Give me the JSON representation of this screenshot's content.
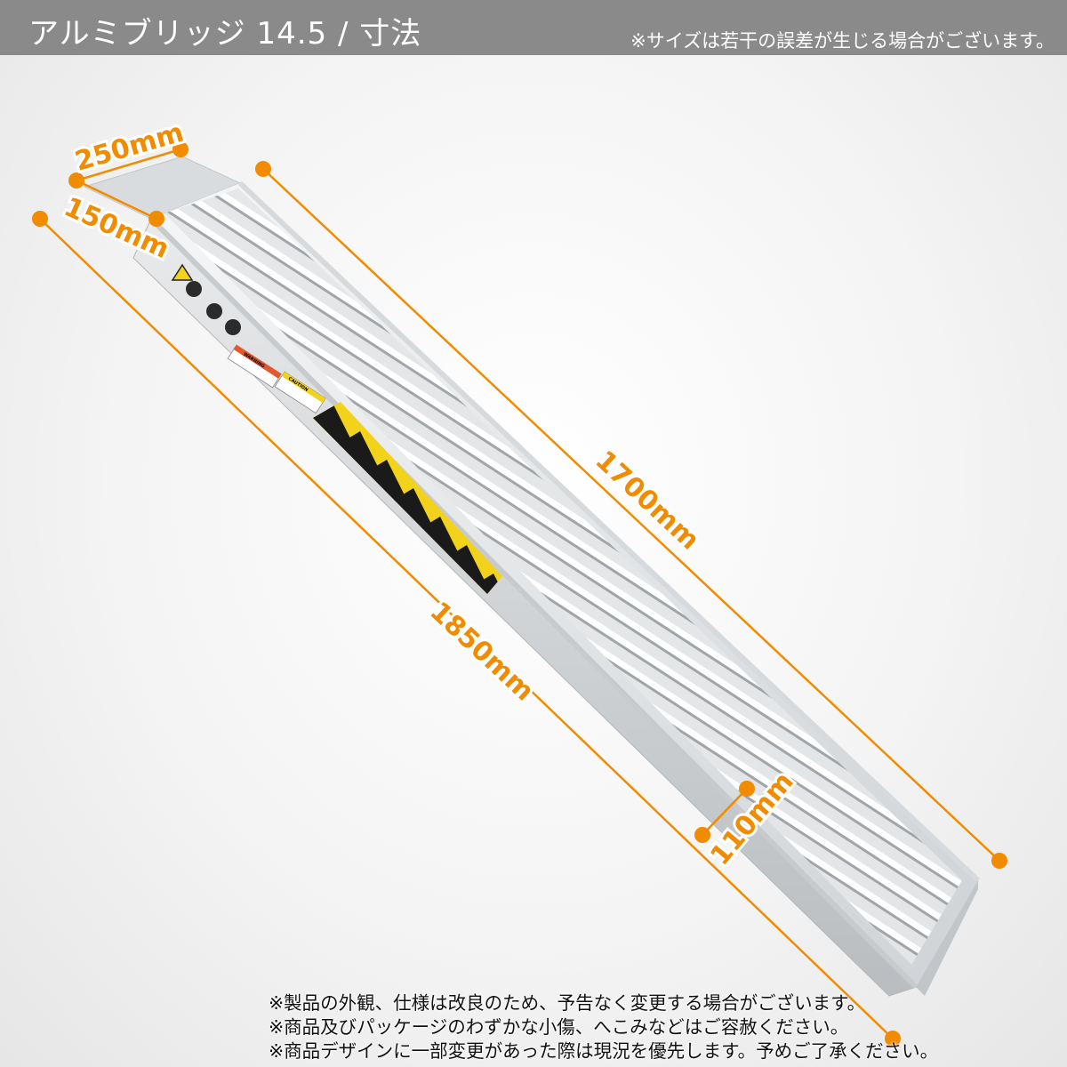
{
  "header": {
    "title": "アルミブリッジ 14.5 / 寸法",
    "note": "※サイズは若干の誤差が生じる場合がございます。"
  },
  "dimensions": {
    "width_top": "250mm",
    "height_top": "150mm",
    "length_top": "1700mm",
    "length_bottom": "1850mm",
    "height_end": "110mm"
  },
  "labels": {
    "warning": "WARNING",
    "caution": "CAUTION"
  },
  "notes": [
    "※製品の外観、仕様は改良のため、予告なく変更する場合がございます。",
    "※商品及びパッケージのわずかな小傷、へこみなどはご容赦ください。",
    "※商品デザインに一部変更があった際は現況を優先します。予めご了承ください。"
  ],
  "colors": {
    "accent": "#f18b00",
    "header_bg": "#8a8a8a",
    "hazard_yellow": "#f2d21b",
    "hazard_black": "#1a1a1a",
    "warning_orange": "#e8572a"
  }
}
